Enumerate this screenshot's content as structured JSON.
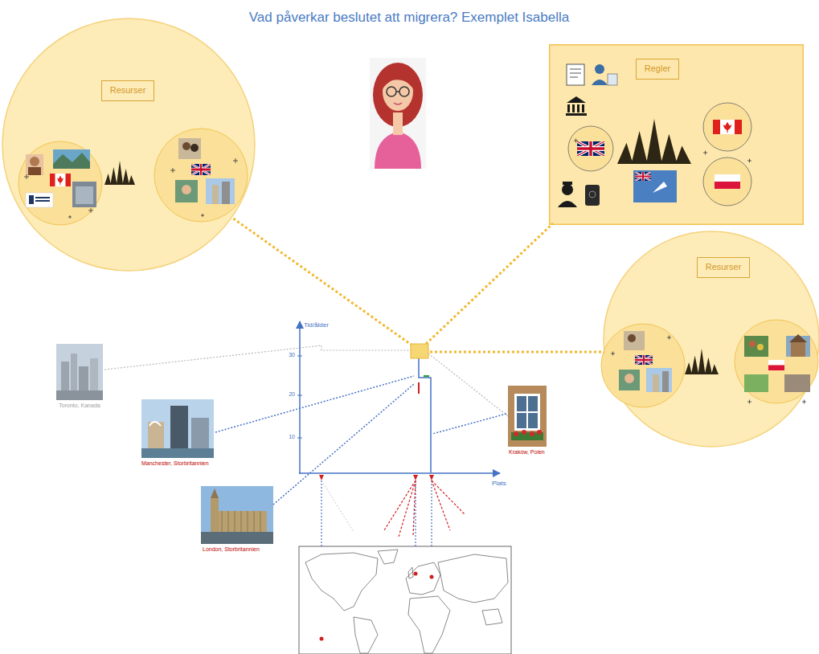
{
  "diagram": {
    "title": "Vad påverkar beslutet att migrera? Exemplet Isabella",
    "nodes": [
      {
        "text": [
          "Resurser"
        ]
      },
      {
        "text": [
          "Regler"
        ]
      },
      {
        "text": [
          "Resurser"
        ]
      }
    ],
    "labels": [
      "Tid/ålder",
      "30",
      "20",
      "10",
      "Plats",
      "Toronto, Kanada",
      "Manchester, Storbritannien",
      "London, Storbritannien",
      "Kraków, Polen"
    ]
  }
}
